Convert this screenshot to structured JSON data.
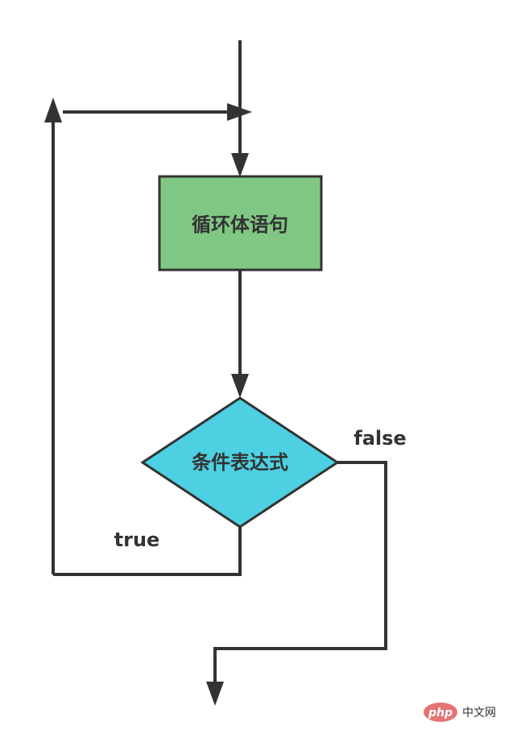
{
  "diagram": {
    "nodes": {
      "loop_body": {
        "label": "循环体语句",
        "fill": "#81c784"
      },
      "condition": {
        "label": "条件表达式",
        "fill": "#4dd0e1"
      }
    },
    "edges": {
      "true_label": "true",
      "false_label": "false"
    },
    "stroke_color": "#333333"
  },
  "watermark": {
    "logo_text": "php",
    "site_text": "中文网",
    "logo_color": "#e57373"
  }
}
